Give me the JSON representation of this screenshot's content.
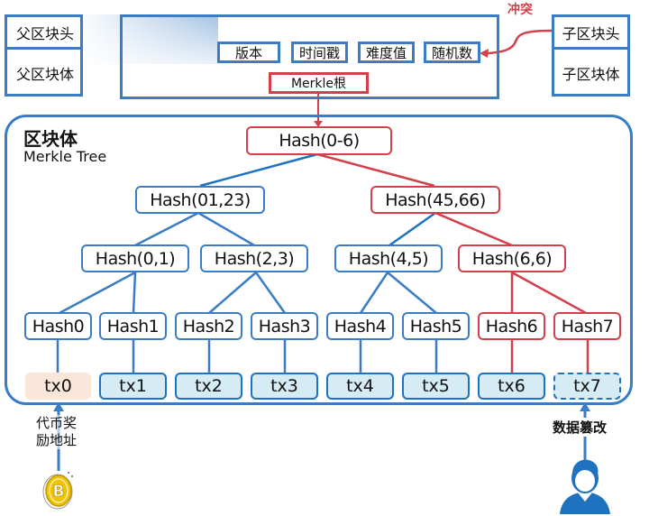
{
  "parent_block": {
    "header": "父区块头",
    "body": "父区块体"
  },
  "child_block": {
    "header": "子区块头",
    "body": "子区块体"
  },
  "block_header_fields": [
    "版本",
    "时间戳",
    "难度值",
    "随机数"
  ],
  "merkle_root_label": "Merkle根",
  "conflict_label": "冲突",
  "block_body": {
    "title": "区块体",
    "subtitle": "Merkle Tree"
  },
  "tree": {
    "root": {
      "label": "Hash(0-6)",
      "status": "tampered"
    },
    "level1": [
      {
        "label": "Hash(01,23)",
        "status": "normal"
      },
      {
        "label": "Hash(45,66)",
        "status": "tampered"
      }
    ],
    "level2": [
      {
        "label": "Hash(0,1)",
        "status": "normal"
      },
      {
        "label": "Hash(2,3)",
        "status": "normal"
      },
      {
        "label": "Hash(4,5)",
        "status": "normal"
      },
      {
        "label": "Hash(6,6)",
        "status": "tampered"
      }
    ],
    "leaves": [
      {
        "label": "Hash0",
        "status": "normal"
      },
      {
        "label": "Hash1",
        "status": "normal"
      },
      {
        "label": "Hash2",
        "status": "normal"
      },
      {
        "label": "Hash3",
        "status": "normal"
      },
      {
        "label": "Hash4",
        "status": "normal"
      },
      {
        "label": "Hash5",
        "status": "normal"
      },
      {
        "label": "Hash6",
        "status": "tampered"
      },
      {
        "label": "Hash7",
        "status": "tampered"
      }
    ],
    "transactions": [
      {
        "label": "tx0",
        "type": "coinbase"
      },
      {
        "label": "tx1",
        "type": "normal"
      },
      {
        "label": "tx2",
        "type": "normal"
      },
      {
        "label": "tx3",
        "type": "normal"
      },
      {
        "label": "tx4",
        "type": "normal"
      },
      {
        "label": "tx5",
        "type": "normal"
      },
      {
        "label": "tx6",
        "type": "normal"
      },
      {
        "label": "tx7",
        "type": "tampered"
      }
    ]
  },
  "annotations": {
    "coinbase_label_line1": "代币奖",
    "coinbase_label_line2": "励地址",
    "tamper_label": "数据篡改"
  },
  "icons": {
    "coin": "bitcoin-coin-icon",
    "attacker": "user-icon"
  },
  "colors": {
    "blue": "#3a7dc4",
    "red": "#d2404a",
    "tx_fill": "#d6ecf4",
    "coinbase_fill": "#fbe6da",
    "coin_gold": "#f2c200"
  }
}
